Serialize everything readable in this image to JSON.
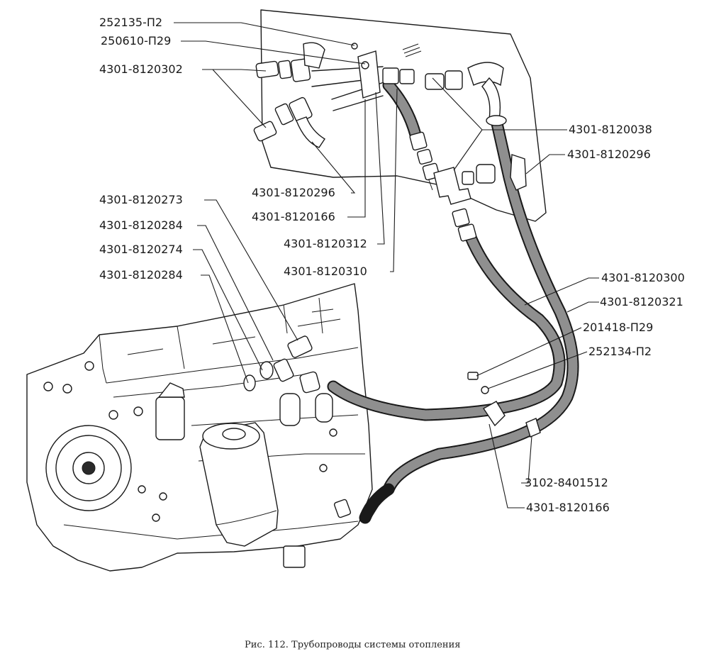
{
  "caption": "Рис. 112.  Трубопроводы системы отопления",
  "labels": [
    "252135-П2",
    "250610-П29",
    "4301-8120302",
    "4301-8120038",
    "4301-8120296",
    "4301-8120296",
    "4301-8120166",
    "4301-8120312",
    "4301-8120310",
    "4301-8120273",
    "4301-8120284",
    "4301-8120274",
    "4301-8120284",
    "4301-8120300",
    "4301-8120321",
    "201418-П29",
    "252134-П2",
    "3102-8401512",
    "4301-8120166"
  ]
}
